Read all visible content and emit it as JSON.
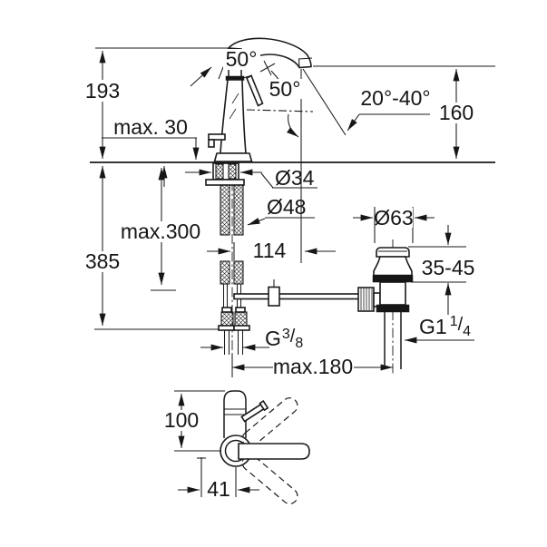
{
  "labels": {
    "total_height": "193",
    "max_deck_front": "max. 30",
    "lever_angle": "50°",
    "lever_swivel": "50°",
    "spray_angle": "20°-40°",
    "spout_height": "160",
    "shank_dia": "Ø34",
    "base_dia": "Ø48",
    "hose_length": "max.300",
    "total_depth": "385",
    "spout_reach": "114",
    "waste_dia": "Ø63",
    "waste_deck_range": "35-45",
    "hose_thread": {
      "base": "G",
      "sup": "3",
      "slash": "/",
      "sub": "8"
    },
    "waste_thread": {
      "base": "G1",
      "sup": "1",
      "slash": "/",
      "sub": "4"
    },
    "center_distance": "max.180",
    "plan_depth": "100",
    "plan_offset": "41"
  },
  "colors": {
    "ink": "#161616",
    "paper": "#ffffff"
  }
}
